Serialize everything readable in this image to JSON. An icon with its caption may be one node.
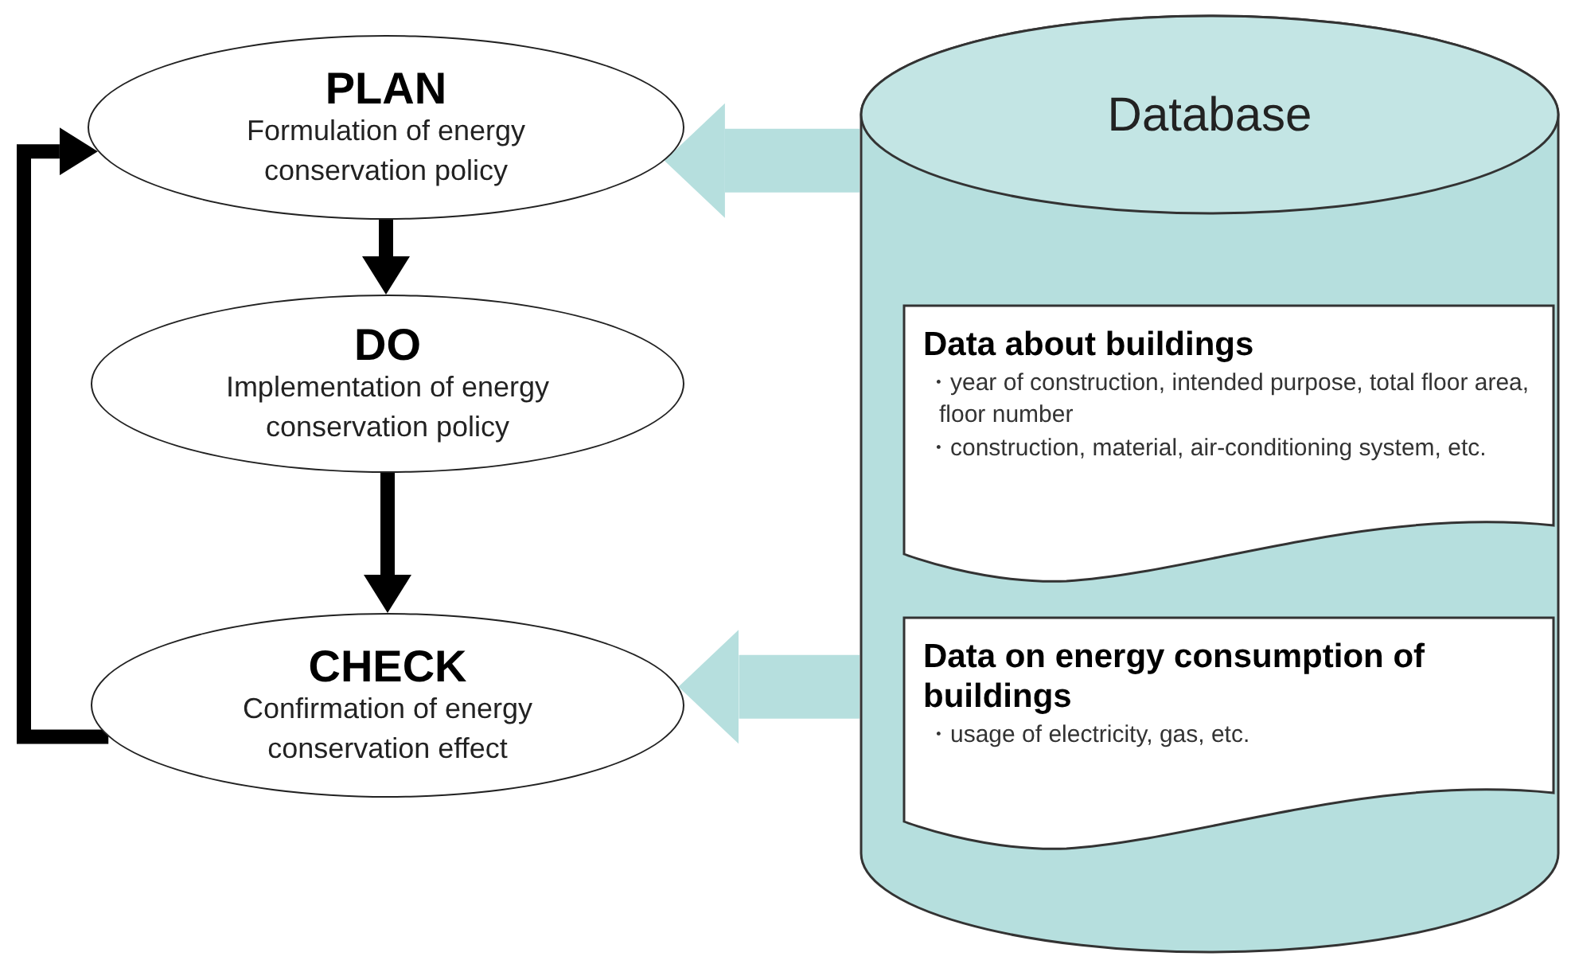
{
  "diagram": {
    "nodes": [
      {
        "text": [
          "PLAN",
          "Formulation of energy conservation policy"
        ]
      },
      {
        "text": [
          "DO",
          "Implementation of energy conservation policy"
        ]
      },
      {
        "text": [
          "CHECK",
          "Confirmation of energy conservation effect"
        ]
      },
      {
        "text": [
          "Database"
        ]
      },
      {
        "text": [
          "Data about buildings",
          "・year of construction, intended purpose, total floor area, floor number",
          "・construction, material, air-conditioning system, etc."
        ],
        "in": 3
      },
      {
        "text": [
          "Data on energy consumption of buildings",
          "・usage of electricity, gas, etc."
        ],
        "in": 3
      }
    ],
    "edges": [
      {
        "from": 0,
        "to": 1,
        "arrow": "to"
      },
      {
        "from": 1,
        "to": 2,
        "arrow": "to"
      },
      {
        "from": 2,
        "to": 0,
        "arrow": "to"
      },
      {
        "from": 3,
        "to": 0,
        "arrow": "to",
        "style": "thick",
        "color": "#b6dfde"
      },
      {
        "from": 3,
        "to": 2,
        "arrow": "to",
        "style": "thick",
        "color": "#b6dfde"
      }
    ]
  }
}
